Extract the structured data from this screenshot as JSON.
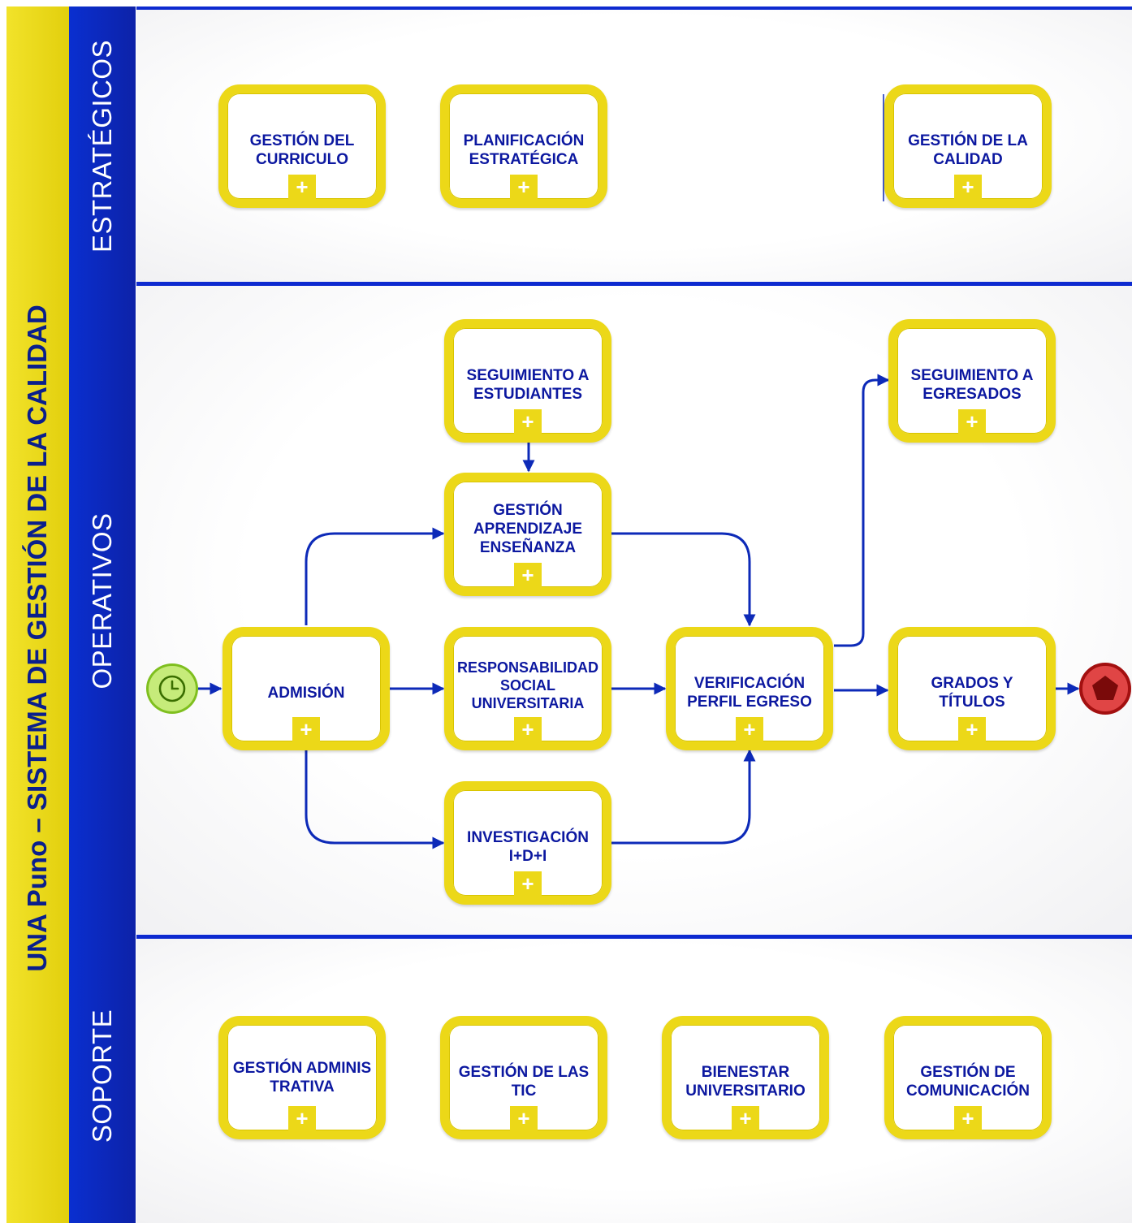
{
  "pool": {
    "title": "UNA Puno – SISTEMA DE GESTIÓN DE LA CALIDAD"
  },
  "lanes": {
    "strategic": "ESTRATÉGICOS",
    "operative": "OPERATIVOS",
    "support": "SOPORTE"
  },
  "tasks": {
    "curriculo": "GESTIÓN DEL CURRICULO",
    "planificacion": "PLANIFICACIÓN ESTRATÉGICA",
    "calidad": "GESTIÓN DE LA CALIDAD",
    "seguimiento_estudiantes": "SEGUIMIENTO A ESTUDIANTES",
    "aprendizaje": "GESTIÓN APRENDIZAJE ENSEÑANZA",
    "admision": "ADMISIÓN",
    "rsu": "RESPONSABILIDAD SOCIAL UNIVERSITARIA",
    "investigacion": "INVESTIGACIÓN I+D+I",
    "verificacion": "VERIFICACIÓN PERFIL EGRESO",
    "seguimiento_egresados": "SEGUIMIENTO A EGRESADOS",
    "grados": "GRADOS Y TÍTULOS",
    "administrativa": "GESTIÓN ADMINISTRATIVA",
    "tic": "GESTIÓN DE LAS TIC",
    "bienestar": "BIENESTAR UNIVERSITARIO",
    "comunicacion": "GESTIÓN DE COMUNICACIÓN"
  },
  "icons": {
    "subprocess_marker": "plus-icon",
    "start_event": "clock-icon",
    "end_event": "pentagon-icon"
  },
  "colors": {
    "task_border": "#ecd818",
    "task_text": "#0c18a0",
    "lane_bar": "#0d22a8",
    "pool_bar": "#e2cf0d",
    "flow": "#0d2ab8",
    "start_event": "#c6eb7a",
    "end_event": "#c81c1c"
  }
}
